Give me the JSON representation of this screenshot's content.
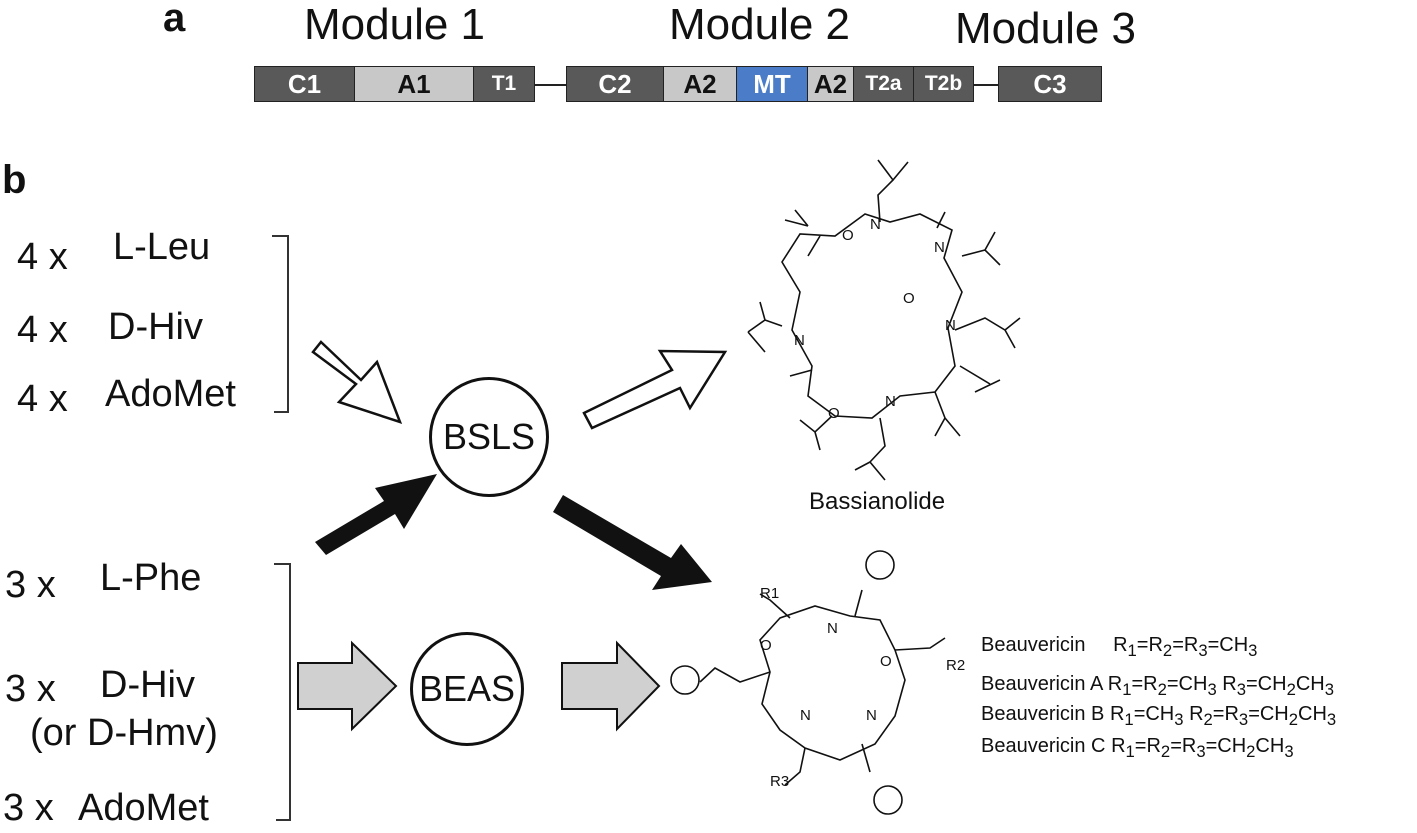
{
  "panel_a": {
    "letter": "a",
    "modules": [
      "Module 1",
      "Module 2",
      "Module 3"
    ],
    "domains": [
      "C1",
      "A1",
      "T1",
      "C2",
      "A2",
      "MT",
      "A2",
      "T2a",
      "T2b",
      "C3"
    ],
    "colors": {
      "condensation_thiolation": "#595959",
      "adenylation": "#c8c8c8",
      "methyltransferase": "#4a7cc7"
    }
  },
  "panel_b": {
    "letter": "b",
    "top_substrates": [
      {
        "count": "4 x",
        "name": "L-Leu"
      },
      {
        "count": "4 x",
        "name": "D-Hiv"
      },
      {
        "count": "4 x",
        "name": "AdoMet"
      }
    ],
    "bottom_substrates": [
      {
        "count": "3 x",
        "name": "L-Phe"
      },
      {
        "count": "3 x",
        "name": "D-Hiv"
      },
      {
        "count": "",
        "name": "(or D-Hmv)"
      },
      {
        "count": "3 x",
        "name": "AdoMet"
      }
    ],
    "enzymes": {
      "top": "BSLS",
      "bottom": "BEAS"
    },
    "product_top": "Bassianolide",
    "product_bottom_legend": [
      {
        "name": "Beauvericin",
        "formula_html": "R<sub>1</sub>=R<sub>2</sub>=R<sub>3</sub>=CH<sub>3</sub>"
      },
      {
        "name": "Beauvericin A",
        "formula_html": "R<sub>1</sub>=R<sub>2</sub>=CH<sub>3</sub> R<sub>3</sub>=CH<sub>2</sub>CH<sub>3</sub>"
      },
      {
        "name": "Beauvericin B",
        "formula_html": "R<sub>1</sub>=CH<sub>3</sub> R<sub>2</sub>=R<sub>3</sub>=CH<sub>2</sub>CH<sub>3</sub>"
      },
      {
        "name": "Beauvericin C",
        "formula_html": "R<sub>1</sub>=R<sub>2</sub>=R<sub>3</sub>=CH<sub>2</sub>CH<sub>3</sub>"
      }
    ],
    "atom_labels": {
      "nitrogen": "N",
      "oxygen": "O",
      "r1": "R1",
      "r2": "R2",
      "r3": "R3"
    }
  }
}
